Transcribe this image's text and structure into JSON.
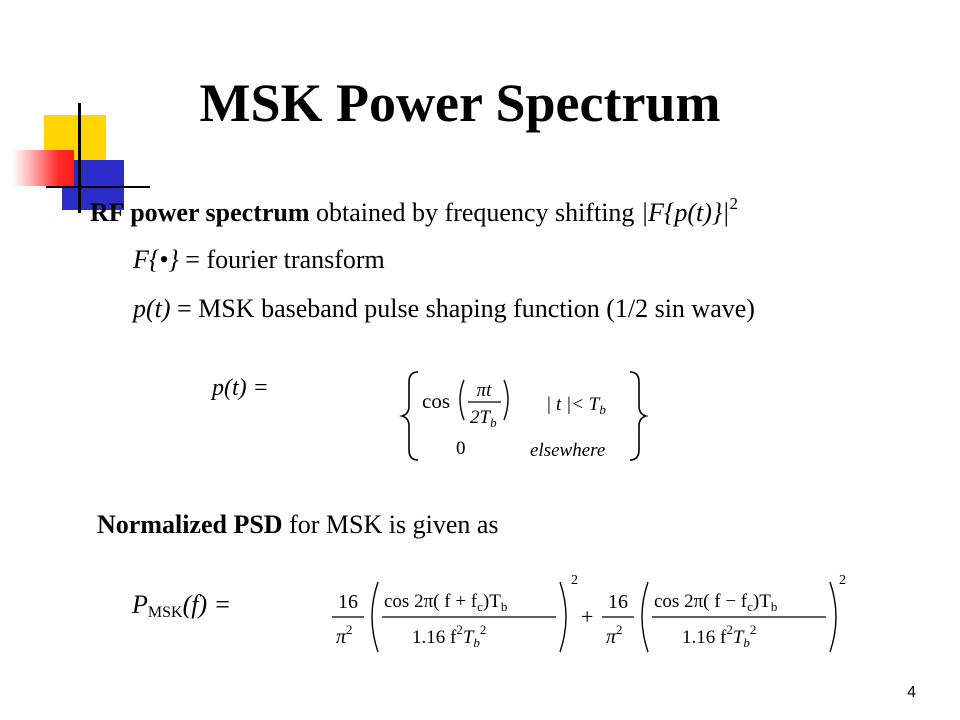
{
  "slide": {
    "title": "MSK Power Spectrum",
    "page_number": "4"
  },
  "bullet1": {
    "bold": "RF power spectrum",
    "text": " obtained by frequency shifting ",
    "formula": "|F{p(t)}|",
    "exponent": "2"
  },
  "def_f": {
    "symbol": "F{•}",
    "text": " = fourier transform"
  },
  "def_p": {
    "symbol": "p(t)",
    "text": " = MSK baseband pulse shaping function (1/2 sin wave)"
  },
  "pulse": {
    "label": "p(t) =",
    "case1_func": "cos",
    "case1_num": "πt",
    "case1_den": "2T",
    "case1_den_sub": "b",
    "case1_cond": "| t |< T",
    "case1_cond_sub": "b",
    "case2_value": "0",
    "case2_cond": "elsewhere"
  },
  "psd_intro": {
    "bold": "Normalized PSD",
    "text": " for MSK is given as"
  },
  "psd": {
    "label_p": "P",
    "label_sub": "MSK",
    "label_rest": "(f) =",
    "coef_num": "16",
    "coef_den": "π",
    "coef_den_exp": "2",
    "plus": "+",
    "term1_num": "cos 2π( f + f",
    "term2_num": "cos 2π( f − f",
    "sub_c": "c",
    "num_tail": ")T",
    "sub_b": "b",
    "den": "1.16 f",
    "exp2": "2"
  }
}
